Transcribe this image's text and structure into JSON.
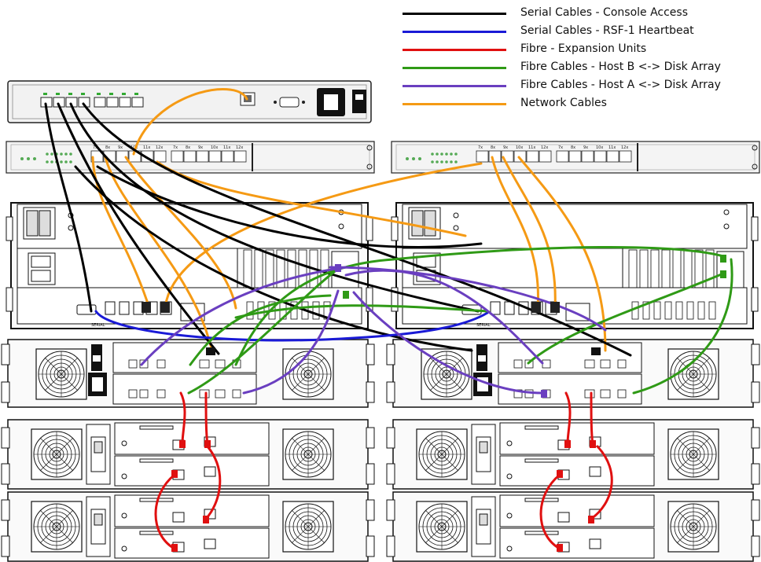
{
  "legend": [
    {
      "label": "Serial Cables - Console Access",
      "color": "#000000"
    },
    {
      "label": "Serial Cables - RSF-1 Heartbeat",
      "color": "#1a1ad6"
    },
    {
      "label": "Fibre - Expansion Units",
      "color": "#e01010"
    },
    {
      "label": "Fibre Cables - Host B <-> Disk Array",
      "color": "#2f9a16"
    },
    {
      "label": "Fibre Cables - Host A <-> Disk Array",
      "color": "#6a3fc0"
    },
    {
      "label": "Network Cables",
      "color": "#f59a14"
    }
  ],
  "port_labels": [
    "7x",
    "8x",
    "9x",
    "10x",
    "11x",
    "12x",
    "7x",
    "8x",
    "9x",
    "10x",
    "11x",
    "12x"
  ],
  "server_labels": {
    "serial": "SERIAL"
  }
}
